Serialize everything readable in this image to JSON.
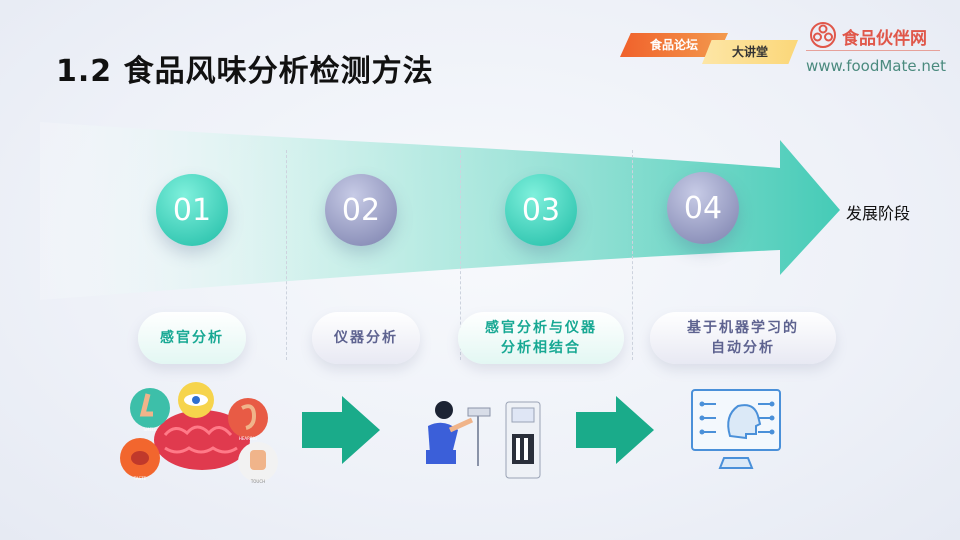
{
  "title": "1.2 食品风味分析检测方法",
  "header": {
    "tag_forum": "食品论坛",
    "tag_lecture": "大讲堂",
    "logo_name": "食品伙伴网",
    "logo_url": "www.foodMate.net"
  },
  "timeline": {
    "arrow_label": "发展阶段",
    "steps": [
      {
        "num": "01",
        "label_line1": "感官分析",
        "label_line2": ""
      },
      {
        "num": "02",
        "label_line1": "仪器分析",
        "label_line2": ""
      },
      {
        "num": "03",
        "label_line1": "感官分析与仪器",
        "label_line2": "分析相结合"
      },
      {
        "num": "04",
        "label_line1": "基于机器学习的",
        "label_line2": "自动分析"
      }
    ]
  },
  "illustrations": {
    "senses": {
      "nose": "SMELL",
      "ear": "HEARING",
      "tongue": "TASTE",
      "hand": "TOUCH"
    }
  },
  "colors": {
    "teal": "#1fbca6",
    "indigo": "#7b80ad",
    "orange": "#f0612b",
    "green_arrow": "#1aab8a"
  }
}
